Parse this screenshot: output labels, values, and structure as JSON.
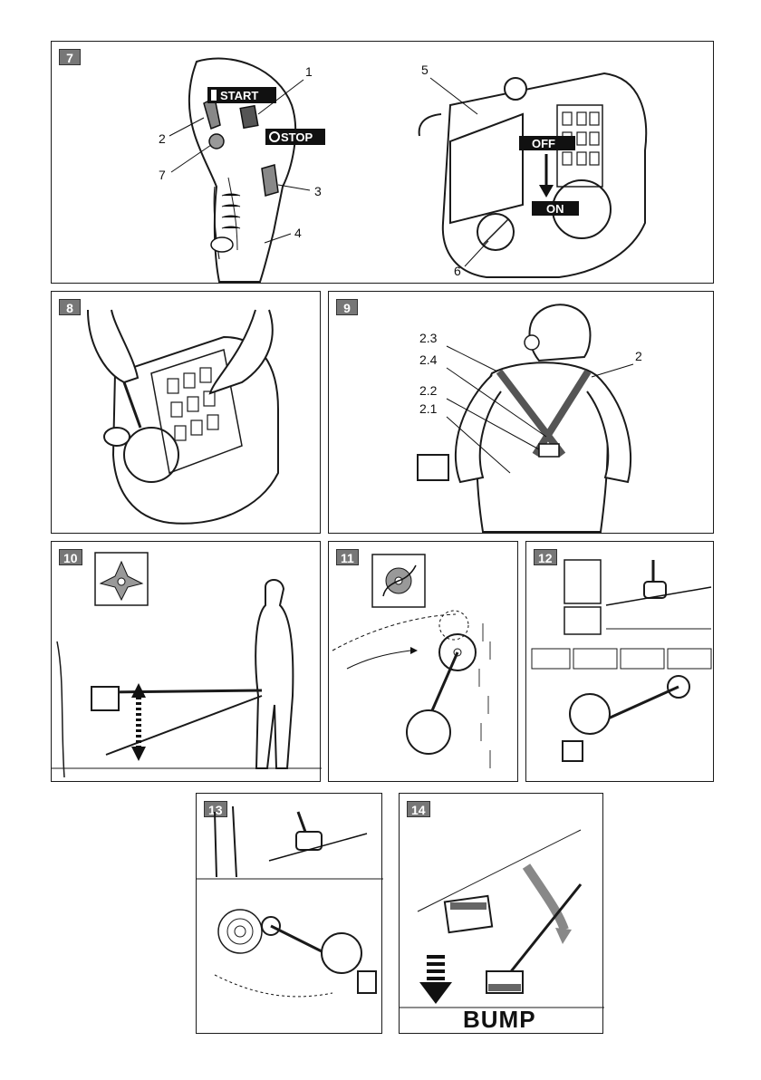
{
  "panels": {
    "p7": {
      "number": "7",
      "callouts": [
        "1",
        "2",
        "3",
        "4",
        "5",
        "6",
        "7"
      ],
      "labels": {
        "start": "START",
        "stop": "STOP",
        "off": "OFF",
        "on": "ON"
      }
    },
    "p8": {
      "number": "8"
    },
    "p9": {
      "number": "9",
      "callouts": [
        "2.3",
        "2.4",
        "2.2",
        "2.1",
        "2"
      ]
    },
    "p10": {
      "number": "10"
    },
    "p11": {
      "number": "11"
    },
    "p12": {
      "number": "12"
    },
    "p13": {
      "number": "13"
    },
    "p14": {
      "number": "14",
      "bump_text": "BUMP"
    }
  },
  "icons": [
    "start-stop-switch-icon",
    "three-tooth-blade-icon",
    "saw-blade-icon",
    "trimmer-head-icon",
    "bump-arrow-icon"
  ],
  "colors": {
    "ink": "#1a1a1a",
    "badge": "#777777",
    "label_bg": "#111111"
  }
}
